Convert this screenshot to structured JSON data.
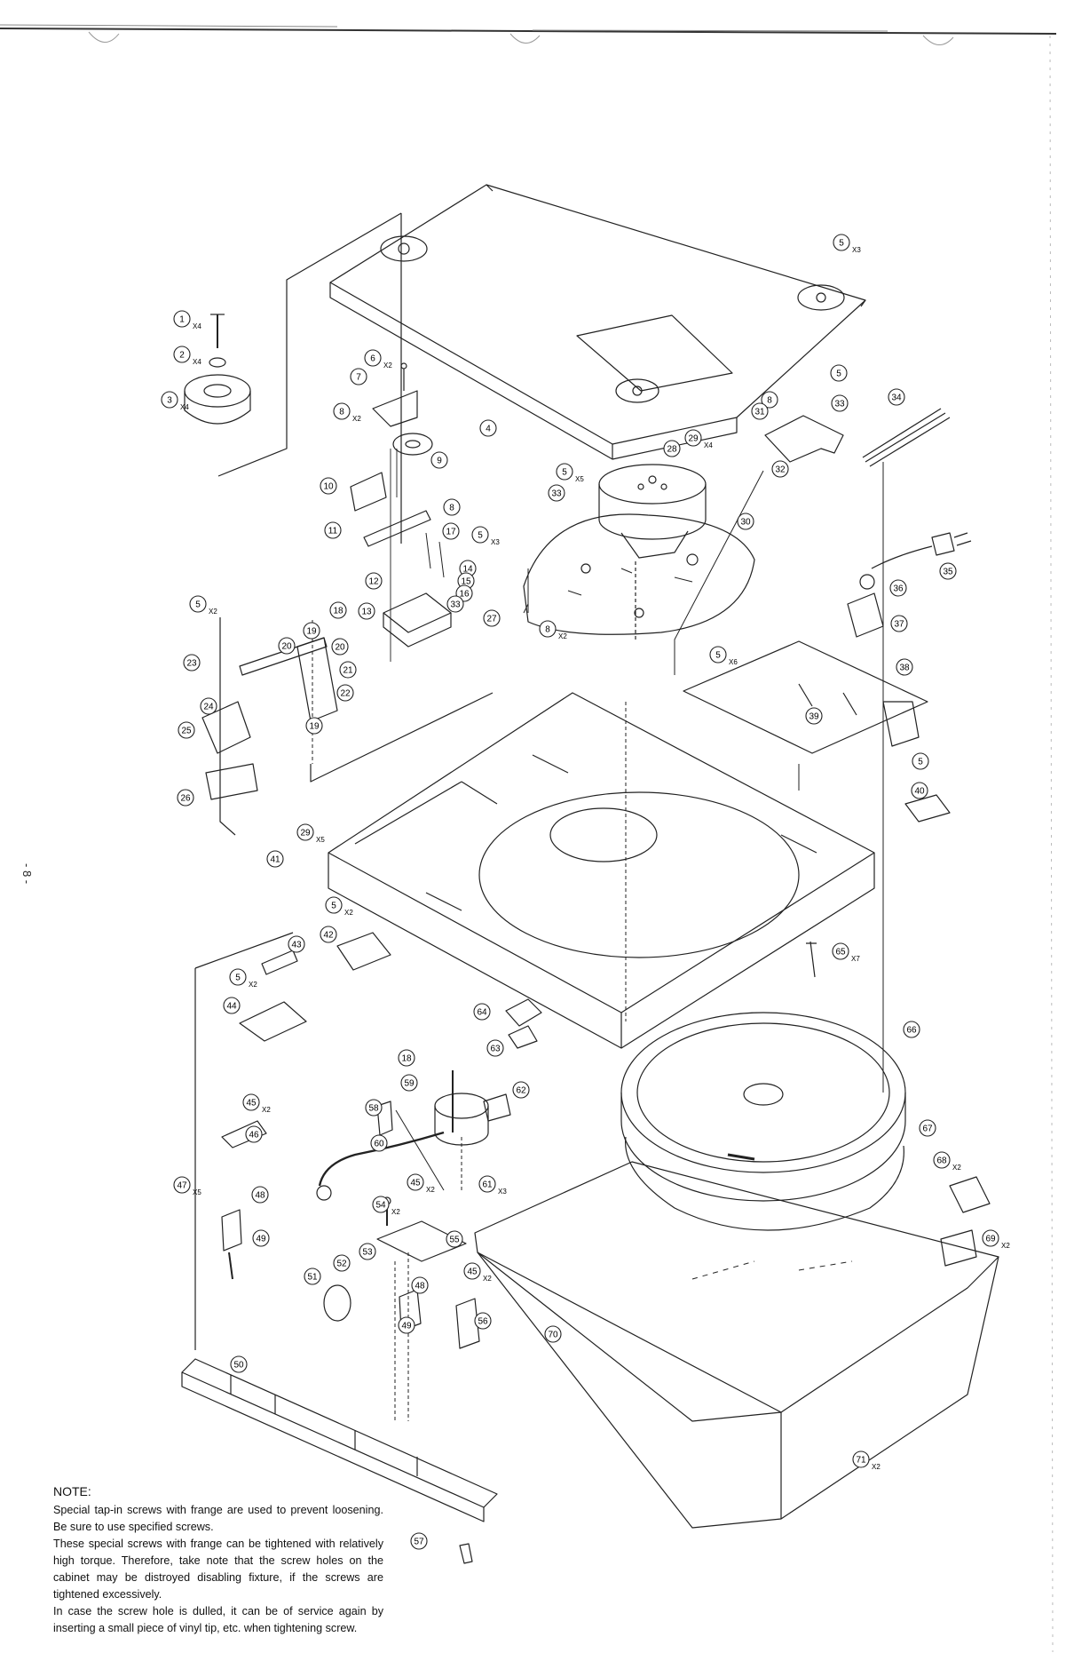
{
  "page_number": "- 8 -",
  "note": {
    "title": "NOTE:",
    "paragraphs": [
      "Special tap-in screws with frange are used to prevent loosening. Be sure to use specified screws.",
      "These special screws with frange can be tightened with relatively high torque. Therefore, take note that the screw holes on the cabinet may be distroyed disabling fixture, if the screws are tightened excessively.",
      "In case the screw hole is dulled, it can be of service again by inserting a small piece of vinyl tip, etc. when tightening screw."
    ]
  },
  "callouts": [
    {
      "n": "1",
      "q": "X4"
    },
    {
      "n": "2",
      "q": "X4"
    },
    {
      "n": "3",
      "q": "X4"
    },
    {
      "n": "4",
      "q": ""
    },
    {
      "n": "5",
      "q": "X3"
    },
    {
      "n": "6",
      "q": "X2"
    },
    {
      "n": "7",
      "q": ""
    },
    {
      "n": "8",
      "q": "X2"
    },
    {
      "n": "9",
      "q": ""
    },
    {
      "n": "10",
      "q": ""
    },
    {
      "n": "11",
      "q": ""
    },
    {
      "n": "12",
      "q": ""
    },
    {
      "n": "13",
      "q": ""
    },
    {
      "n": "14",
      "q": ""
    },
    {
      "n": "15",
      "q": ""
    },
    {
      "n": "16",
      "q": ""
    },
    {
      "n": "17",
      "q": ""
    },
    {
      "n": "5",
      "q": "X3"
    },
    {
      "n": "8",
      "q": ""
    },
    {
      "n": "5",
      "q": "X5"
    },
    {
      "n": "33",
      "q": ""
    },
    {
      "n": "28",
      "q": ""
    },
    {
      "n": "29",
      "q": "X4"
    },
    {
      "n": "30",
      "q": ""
    },
    {
      "n": "27",
      "q": ""
    },
    {
      "n": "33",
      "q": ""
    },
    {
      "n": "8",
      "q": "X2"
    },
    {
      "n": "5",
      "q": ""
    },
    {
      "n": "8",
      "q": ""
    },
    {
      "n": "31",
      "q": ""
    },
    {
      "n": "33",
      "q": ""
    },
    {
      "n": "32",
      "q": ""
    },
    {
      "n": "34",
      "q": ""
    },
    {
      "n": "35",
      "q": ""
    },
    {
      "n": "36",
      "q": ""
    },
    {
      "n": "37",
      "q": ""
    },
    {
      "n": "38",
      "q": ""
    },
    {
      "n": "5",
      "q": "X6"
    },
    {
      "n": "39",
      "q": ""
    },
    {
      "n": "5",
      "q": ""
    },
    {
      "n": "40",
      "q": ""
    },
    {
      "n": "5",
      "q": "X2"
    },
    {
      "n": "18",
      "q": ""
    },
    {
      "n": "19",
      "q": ""
    },
    {
      "n": "20",
      "q": ""
    },
    {
      "n": "20",
      "q": ""
    },
    {
      "n": "21",
      "q": ""
    },
    {
      "n": "22",
      "q": ""
    },
    {
      "n": "19",
      "q": ""
    },
    {
      "n": "23",
      "q": ""
    },
    {
      "n": "24",
      "q": ""
    },
    {
      "n": "25",
      "q": ""
    },
    {
      "n": "26",
      "q": ""
    },
    {
      "n": "29",
      "q": "X5"
    },
    {
      "n": "41",
      "q": ""
    },
    {
      "n": "5",
      "q": "X2"
    },
    {
      "n": "42",
      "q": ""
    },
    {
      "n": "43",
      "q": ""
    },
    {
      "n": "5",
      "q": "X2"
    },
    {
      "n": "44",
      "q": ""
    },
    {
      "n": "65",
      "q": "X7"
    },
    {
      "n": "64",
      "q": ""
    },
    {
      "n": "63",
      "q": ""
    },
    {
      "n": "66",
      "q": ""
    },
    {
      "n": "18",
      "q": ""
    },
    {
      "n": "59",
      "q": ""
    },
    {
      "n": "62",
      "q": ""
    },
    {
      "n": "58",
      "q": ""
    },
    {
      "n": "60",
      "q": ""
    },
    {
      "n": "45",
      "q": "X2"
    },
    {
      "n": "46",
      "q": ""
    },
    {
      "n": "47",
      "q": "X5"
    },
    {
      "n": "48",
      "q": ""
    },
    {
      "n": "49",
      "q": ""
    },
    {
      "n": "61",
      "q": "X3"
    },
    {
      "n": "45",
      "q": "X2"
    },
    {
      "n": "54",
      "q": "X2"
    },
    {
      "n": "67",
      "q": ""
    },
    {
      "n": "68",
      "q": "X2"
    },
    {
      "n": "69",
      "q": "X2"
    },
    {
      "n": "55",
      "q": ""
    },
    {
      "n": "53",
      "q": ""
    },
    {
      "n": "52",
      "q": ""
    },
    {
      "n": "51",
      "q": ""
    },
    {
      "n": "48",
      "q": ""
    },
    {
      "n": "45",
      "q": "X2"
    },
    {
      "n": "49",
      "q": ""
    },
    {
      "n": "56",
      "q": ""
    },
    {
      "n": "50",
      "q": ""
    },
    {
      "n": "70",
      "q": ""
    },
    {
      "n": "71",
      "q": "X2"
    },
    {
      "n": "57",
      "q": ""
    }
  ]
}
